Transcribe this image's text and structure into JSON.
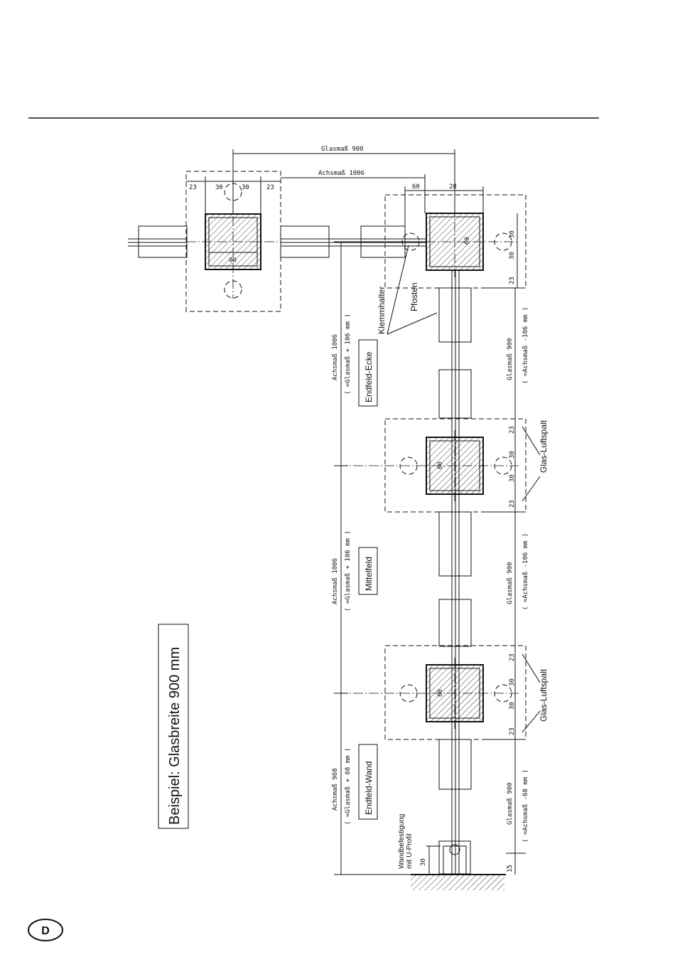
{
  "page_label": "D",
  "title": "Beispiel: Glasbreite 900 mm",
  "fields": {
    "endfeld_ecke": "Endfeld-Ecke",
    "mittelfeld": "Mittelfeld",
    "endfeld_wand": "Endfeld-Wand"
  },
  "parts": {
    "klemmhalter": "Klemmhalter",
    "pfosten": "Pfosten",
    "glas_luftspalt": "Glas-Luftspalt",
    "wandbefestigung_1": "Wandbefestigung",
    "wandbefestigung_2": "mit  U-Profil"
  },
  "dimensions": {
    "glasmass_900": "Glasmaß 900",
    "achsmass_1006": "Achsmaß 1006",
    "achsmass_968": "Achsmaß 968",
    "plus_106": "( =Glasmaß + 106 mm )",
    "plus_68": "( =Glasmaß + 68 mm )",
    "minus_106": "( =Achsmaß -106 mm )",
    "minus_68": "( =Achsmaß -68 mm )",
    "d23": "23",
    "d30": "30",
    "d60": "60",
    "d28": "28",
    "d15": "15"
  }
}
